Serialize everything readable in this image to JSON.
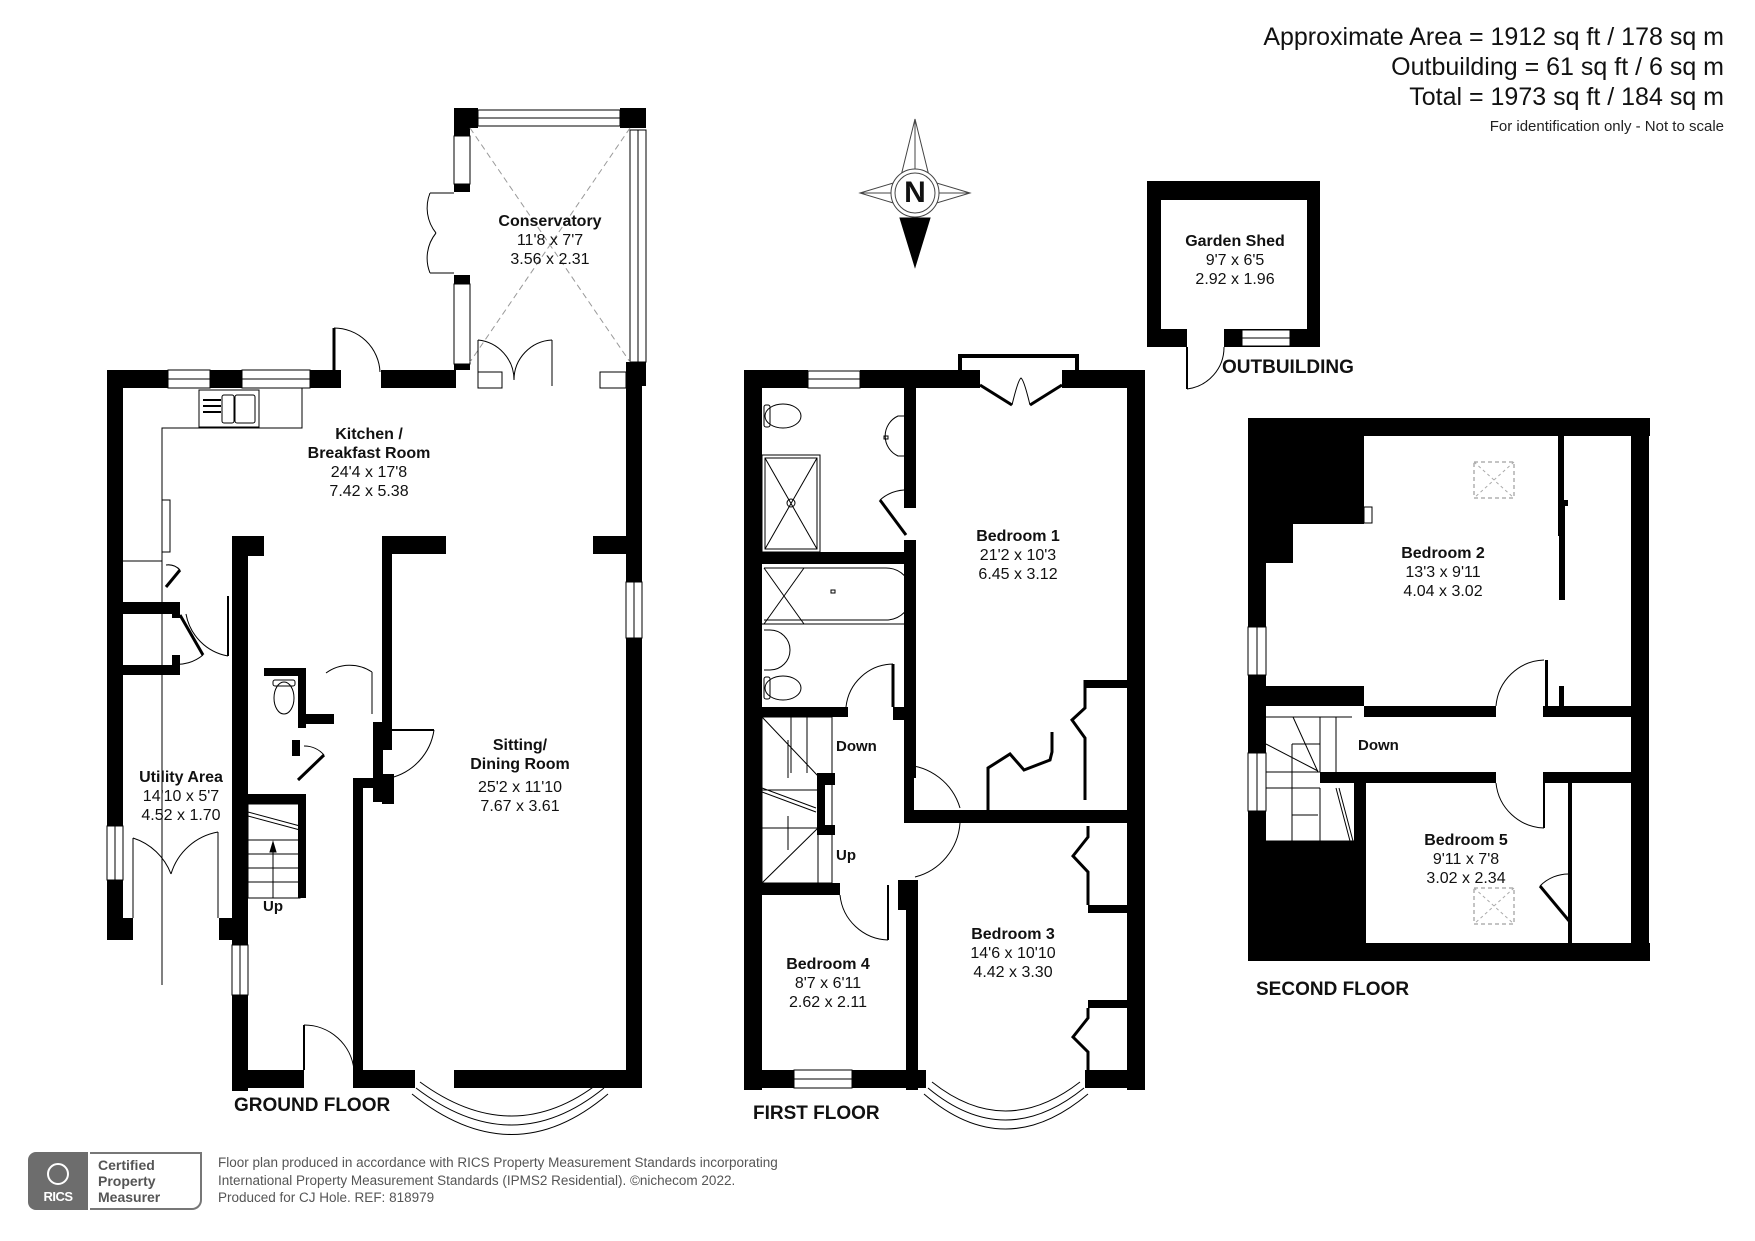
{
  "area_summary": {
    "approximate": "Approximate Area = 1912 sq ft / 178 sq m",
    "outbuilding": "Outbuilding = 61 sq ft / 6 sq m",
    "total": "Total = 1973 sq ft / 184 sq m",
    "disclaimer": "For identification only - Not to scale"
  },
  "compass": {
    "label": "N",
    "icon": "compass-north-icon"
  },
  "floors": {
    "ground": {
      "label": "GROUND FLOOR",
      "stairs_label": "Up",
      "rooms": [
        {
          "name": "Conservatory",
          "imperial": "11'8 x 7'7",
          "metric": "3.56 x 2.31"
        },
        {
          "name": "Kitchen /",
          "name2": "Breakfast Room",
          "imperial": "24'4 x 17'8",
          "metric": "7.42 x 5.38"
        },
        {
          "name": "Utility Area",
          "imperial": "14'10 x 5'7",
          "metric": "4.52 x 1.70"
        },
        {
          "name": "Sitting/",
          "name2": "Dining Room",
          "imperial": "25'2 x 11'10",
          "metric": "7.67 x 3.61"
        }
      ]
    },
    "first": {
      "label": "FIRST FLOOR",
      "stairs_down": "Down",
      "stairs_up": "Up",
      "rooms": [
        {
          "name": "Bedroom 1",
          "imperial": "21'2 x 10'3",
          "metric": "6.45 x 3.12"
        },
        {
          "name": "Bedroom 3",
          "imperial": "14'6 x 10'10",
          "metric": "4.42 x 3.30"
        },
        {
          "name": "Bedroom 4",
          "imperial": "8'7 x 6'11",
          "metric": "2.62 x 2.11"
        }
      ]
    },
    "second": {
      "label": "SECOND FLOOR",
      "stairs_down": "Down",
      "rooms": [
        {
          "name": "Bedroom 2",
          "imperial": "13'3 x 9'11",
          "metric": "4.04 x 3.02"
        },
        {
          "name": "Bedroom 5",
          "imperial": "9'11 x 7'8",
          "metric": "3.02 x 2.34"
        }
      ]
    },
    "outbuilding": {
      "label": "OUTBUILDING",
      "rooms": [
        {
          "name": "Garden Shed",
          "imperial": "9'7 x 6'5",
          "metric": "2.92 x 1.96"
        }
      ]
    }
  },
  "footer": {
    "rics_logo": "RICS",
    "certified": [
      "Certified",
      "Property",
      "Measurer"
    ],
    "lines": [
      "Floor plan produced in accordance with RICS Property Measurement Standards incorporating",
      "International Property Measurement Standards (IPMS2 Residential).   ©nichecom 2022.",
      "Produced for CJ Hole.   REF:  818979"
    ]
  }
}
